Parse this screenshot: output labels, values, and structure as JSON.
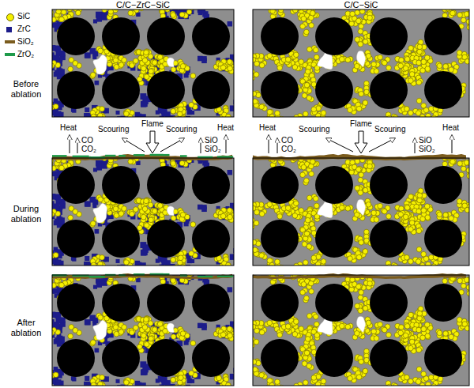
{
  "diagram": {
    "labels": [
      "C/C−ZrC−SiC",
      "C/C−SiC",
      "Before ablation",
      "During ablation",
      "After ablation",
      "Heat",
      "CO",
      "CO₂",
      "Scouring",
      "Flame",
      "Scouring",
      "SiO",
      "SiO₂",
      "Heat",
      "Heat",
      "CO",
      "CO₂",
      "Scouring",
      "Flame",
      "Scouring",
      "SiO",
      "SiO₂",
      "Heat"
    ],
    "legend": [
      {
        "text": "SiC",
        "color": "#f5f000"
      },
      {
        "text": "ZrC",
        "color": "#1c1c8a"
      },
      {
        "text": "SiO₂",
        "color": "#7b5c1e"
      },
      {
        "text": "ZrO₂",
        "color": "#1e9a4a"
      }
    ]
  }
}
